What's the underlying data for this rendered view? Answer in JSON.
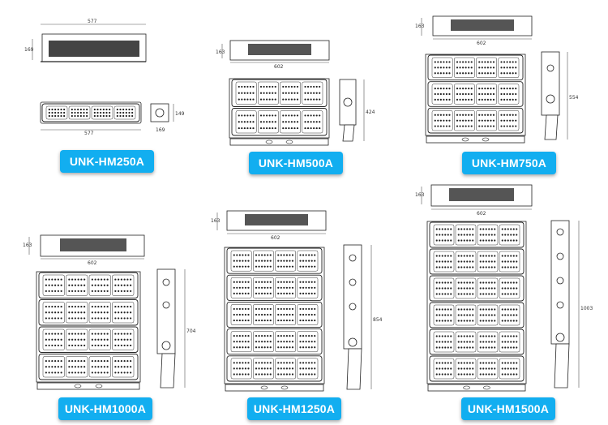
{
  "accent": "#12aef0",
  "models": [
    {
      "label": "UNK-HM250A",
      "modules": 1,
      "dims": {
        "top_width": "577",
        "top_height": "169",
        "front_width": "577",
        "side_depth": "169",
        "side_height": "149"
      }
    },
    {
      "label": "UNK-HM500A",
      "modules": 2,
      "dims": {
        "top_height": "163",
        "top_width": "602",
        "side_height": "424"
      }
    },
    {
      "label": "UNK-HM750A",
      "modules": 3,
      "dims": {
        "top_height": "163",
        "top_width": "602",
        "side_height": "554"
      }
    },
    {
      "label": "UNK-HM1000A",
      "modules": 4,
      "dims": {
        "top_height": "163",
        "top_width": "602",
        "side_height": "704"
      }
    },
    {
      "label": "UNK-HM1250A",
      "modules": 5,
      "dims": {
        "top_height": "163",
        "top_width": "602",
        "side_height": "854"
      }
    },
    {
      "label": "UNK-HM1500A",
      "modules": 6,
      "dims": {
        "top_height": "163",
        "top_width": "602",
        "side_height": "1003"
      }
    }
  ]
}
